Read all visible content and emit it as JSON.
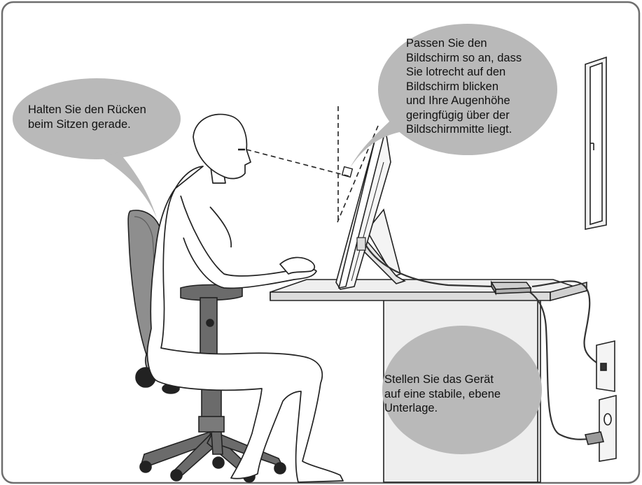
{
  "colors": {
    "frame": "#6e6e6e",
    "bubble": "#b9b9b9",
    "line": "#222222",
    "chair_dark": "#6b6b6b",
    "chair_mid": "#8e8e8e",
    "chair_light": "#a6a6a6",
    "desk_light": "#efefef",
    "desk_side": "#dcdcdc",
    "wall_box": "#f2f2f2"
  },
  "icons": {
    "person": "person-seated-icon",
    "chair": "office-chair-icon",
    "desk": "desk-icon",
    "monitor": "monitor-icon",
    "adapter": "power-adapter-icon",
    "wall_port": "network-socket-icon",
    "wall_socket": "power-socket-icon",
    "door": "door-icon"
  },
  "tips": {
    "back": "Halten Sie den Rücken\nbeim Sitzen gerade.",
    "monitor": "Passen Sie den\nBildschirm so an, dass\nSie lotrecht auf den\nBildschirm blicken\nund Ihre Augenhöhe\ngeringfügig über der\nBildschirmmitte liegt.",
    "surface": "Stellen Sie das Gerät\nauf eine stabile, ebene\nUnterlage."
  }
}
